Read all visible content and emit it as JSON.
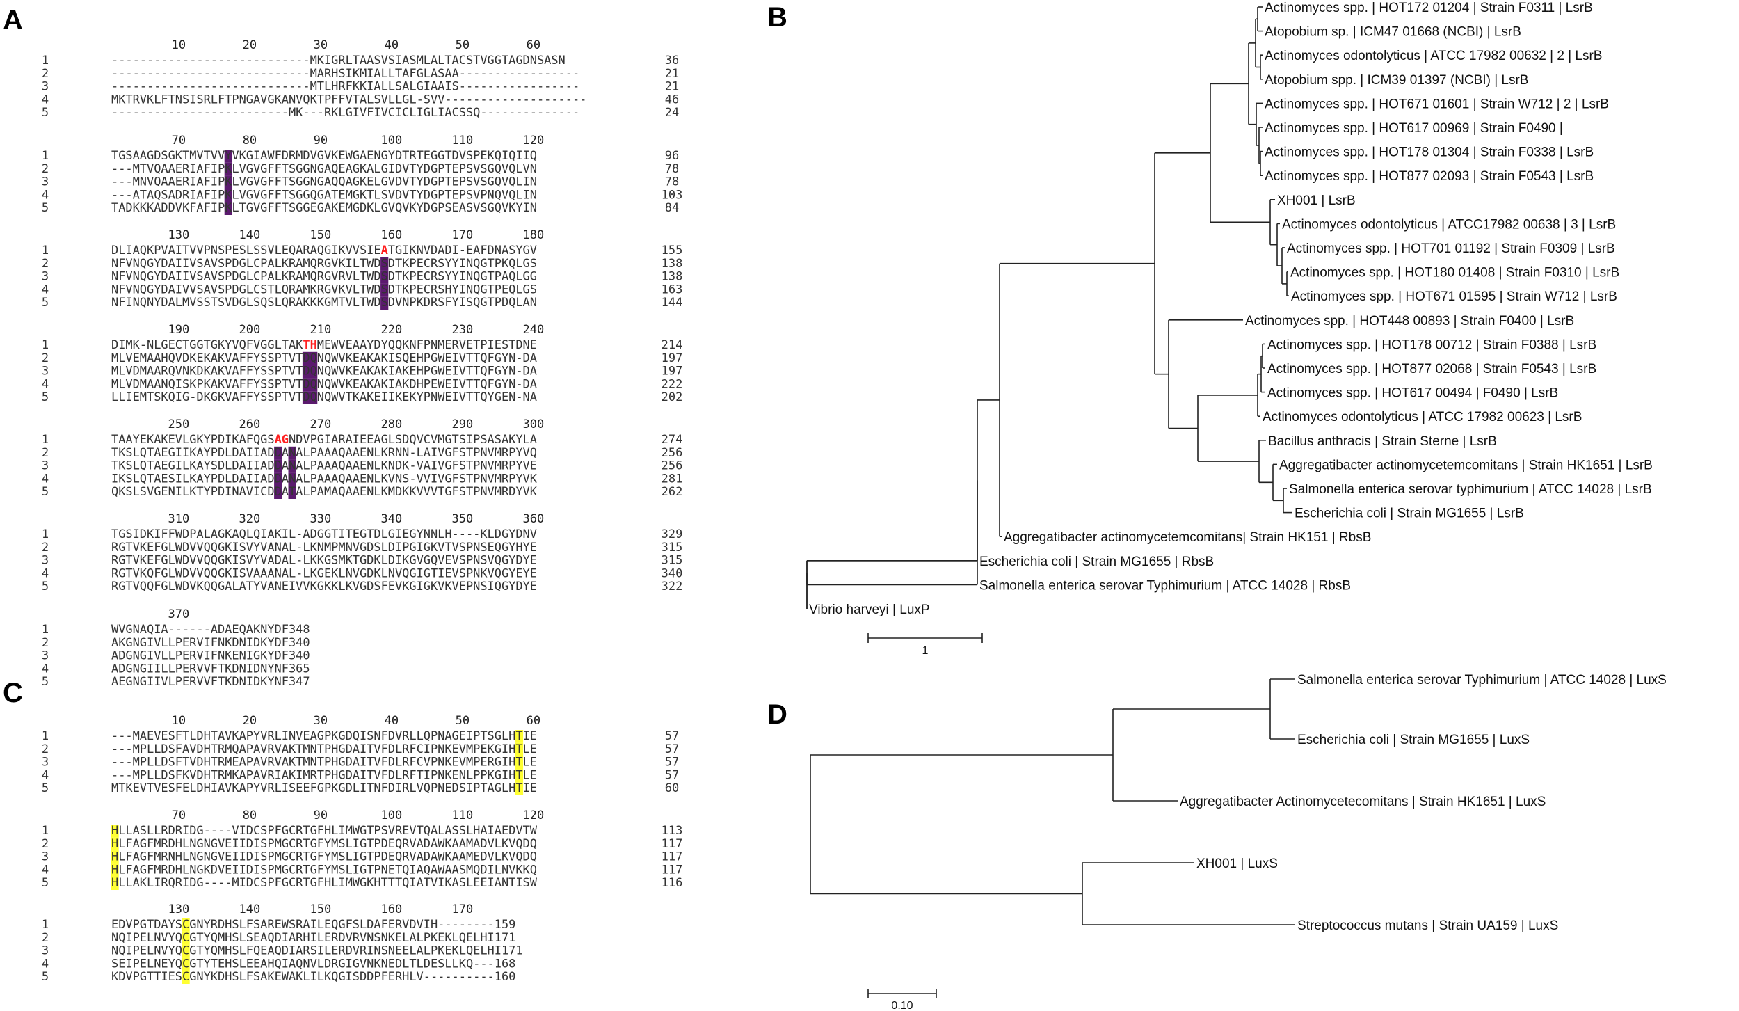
{
  "panels": {
    "A": {
      "label": "A",
      "row_ids": [
        "1",
        "2",
        "3",
        "4",
        "5"
      ],
      "blocks": [
        {
          "ruler": [
            "10",
            "20",
            "30",
            "40",
            "50",
            "60"
          ],
          "ends": [
            "36",
            "21",
            "21",
            "46",
            "24"
          ],
          "rows": [
            "----------------------------MKIGRLTAASVSIASMLALTACSTVGGTAGDNSASN",
            "----------------------------MARHSIKMIALLTAFGLASAA-----------------",
            "----------------------------MTLHRFKKIALLSALGIAAIS-----------------",
            "MKTRVKLFTNSISRLFTPNGAVGKANVQKTPFFVTALSVLLGL-SVV--------------------",
            "-------------------------MK---RKLGIVFIVCICLIGLIACSSQ--------------"
          ]
        },
        {
          "ruler": [
            "70",
            "80",
            "90",
            "100",
            "110",
            "120"
          ],
          "ends": [
            "96",
            "78",
            "78",
            "103",
            "84"
          ],
          "rows": [
            "TGSAAGDSGKTMVTVVYVKGIAWFDRMDVGVKEWGAENGYDTRTEGGTDVSPEKQIQIIQ",
            "---MTVQAAERIAFIPKLVGVGFFTSGGNGAQEAGKALGIDVTYDGPTEPSVSGQVQLVN",
            "---MNVQAAERIAFIPKLVGVGFFTSGGNGAQQAGKELGVDVTYDGPTEPSVSGQVQLIN",
            "---ATAQSADRIAFIPKLVGVGFFTSGGQGATEMGKTLSVDVTYDGPTEPSVPNQVQLIN",
            "TADKKKADDVKFAFIPKLTGVGFFTSGGEGAKEMGDKLGVQVKYDGPSEASVSGQVKYIN"
          ]
        },
        {
          "ruler": [
            "130",
            "140",
            "150",
            "160",
            "170",
            "180"
          ],
          "ends": [
            "155",
            "138",
            "138",
            "163",
            "144"
          ],
          "rows": [
            "DLIAQKPVAITVVPNSPESLSSVLEQARAQGIKVVSIEATGIKNVDADI-EAFDNASYGV",
            "NFVNQGYDAIIVSAVSPDGLCPALKRAMQRGVKILTWDSDTKPECRSYYINQGTPKQLGS",
            "NFVNQGYDAIIVSAVSPDGLCPALKRAMQRGVRVLTWDSDTKPECRSYYINQGTPAQLGG",
            "NFVNQGYDAIVVSAVSPDGLCSTLQRAMKRGVKVLTWDSDTKPECRSHYINQGTPEQLGS",
            "NFINQNYDALMVSSTSVDGLSQSLQRAKKKGMTVLTWDSDVNPKDRSFYISQGTPDQLAN"
          ]
        },
        {
          "ruler": [
            "190",
            "200",
            "210",
            "220",
            "230",
            "240"
          ],
          "ends": [
            "214",
            "197",
            "197",
            "222",
            "202"
          ],
          "rows": [
            "DIMK-NLGECTGGTGKYVQFVGGLTAKTHMEWVEAAYDYQQKNFPNMERVETPIESTDNE",
            "MLVEMAAHQVDKEKAKVAFFYSSPTVTDQNQWVKEAKAKISQEHPGWEIVTTQFGYN-DA",
            "MLVDMAARQVNKDKAKVAFFYSSPTVTDQNQWVKEAKAKIAKEHPGWEIVTTQFGYN-DA",
            "MLVDMAANQISKPKAKVAFFYSSPTVTDQNQWVKEAKAKIAKDHPEWEIVTTQFGYN-DA",
            "LLIEMTSKQIG-DKGKVAFFYSSPTVTDQNQWVTKAKEIIKEKYPNWEIVTTQYGEN-NA"
          ]
        },
        {
          "ruler": [
            "250",
            "260",
            "270",
            "280",
            "290",
            "300"
          ],
          "ends": [
            "274",
            "256",
            "256",
            "281",
            "262"
          ],
          "rows": [
            "TAAYEKAKEVLGKYPDIKAFQGSAGNDVPGIARAIEEAGLSDQVCVMGTSIPSASAKYLA",
            "TKSLQTAEGIIKAYPDLDAIIADDANALPAAAQAAENLKRNN-LAIVGFSTPNVMRPYVQ",
            "TKSLQTAEGILKAYSDLDAIIADDANALPAAAQAAENLKNDK-VAIVGFSTPNVMRPYVE",
            "IKSLQTAESILKAYPDLDAIIADDANALPAAAQAAENLKVNS-VVIVGFSTPNVMRPYVK",
            "QKSLSVGENILKTYPDINAVICDDATALPAMAQAAENLKMDKKVVVTGFSTPNVMRDYVK"
          ]
        },
        {
          "ruler": [
            "310",
            "320",
            "330",
            "340",
            "350",
            "360"
          ],
          "ends": [
            "329",
            "315",
            "315",
            "340",
            "322"
          ],
          "rows": [
            "TGSIDKIFFWDPALAGKAQLQIAKIL-ADGGTITEGTDLGIEGYNNLH----KLDGYDNV",
            "RGTVKEFGLWDVVQQGKISVYVANAL-LKNMPMNVGDSLDIPGIGKVTVSPNSEQGYHYE",
            "RGTVKEFGLWDVVQQGKISVYVADAL-LKKGSMKTGDKLDIKGVGQVEVSPNSVQGYDYE",
            "RGTVKQFGLWDVVQQGKISVAAANAL-LKGEKLNVGDKLNVQGIGTIEVSPNKVQGYEYE",
            "RGTVQQFGLWDVKQQGALATYVANEIVVKGKKLKVGDSFEVKGIGKVKVEPNSIQGYDYE"
          ]
        },
        {
          "ruler": [
            "370"
          ],
          "ends": [
            "",
            "",
            "",
            "",
            ""
          ],
          "rows": [
            "WVGNAQIA------ADAEQAKNYDF348",
            "AKGNGIVLLPERVIFNKDNIDKYDF340",
            "ADGNGIVLLPERVIFNKENIGKYDF340",
            "ADGNGIILLPERVVFTKDNIDNYNF365",
            "AEGNGIIVLPERVVFTKDNIDKYNF347"
          ]
        }
      ]
    },
    "C": {
      "label": "C",
      "row_ids": [
        "1",
        "2",
        "3",
        "4",
        "5"
      ],
      "blocks": [
        {
          "ruler": [
            "10",
            "20",
            "30",
            "40",
            "50",
            "60"
          ],
          "ends": [
            "57",
            "57",
            "57",
            "57",
            "60"
          ],
          "rows": [
            "---MAEVESFTLDHTAVKAPYVRLINVEAGPKGDQISNFDVRLLQPNAGEIPTSGLHTIE",
            "---MPLLDSFAVDHTRMQAPAVRVAKTMNTPHGDAITVFDLRFCIPNKEVMPEKGIHTLE",
            "---MPLLDSFTVDHTRMEAPAVRVAKTMNTPHGDAITVFDLRFCVPNKEVMPERGIHTLE",
            "---MPLLDSFKVDHTRMKAPAVRIAKIMRTPHGDAITVFDLRFTIPNKENLPPKGIHTLE",
            "MTKEVTVESFELDHIAVKAPYVRLISEEFGPKGDLITNFDIRLVQPNEDSIPTAGLHTIE"
          ]
        },
        {
          "ruler": [
            "70",
            "80",
            "90",
            "100",
            "110",
            "120"
          ],
          "ends": [
            "113",
            "117",
            "117",
            "117",
            "116"
          ],
          "rows": [
            "HLLASLLRDRIDG----VIDCSPFGCRTGFHLIMWGTPSVREVTQALASSLHAIAEDVTW",
            "HLFAGFMRDHLNGNGVEIIDISPMGCRTGFYMSLIGTPDEQRVADAWKAAMADVLKVQDQ",
            "HLFAGFMRNHLNGNGVEIIDISPMGCRTGFYMSLIGTPDEQRVADAWKAAMEDVLKVQDQ",
            "HLFAGFMRDHLNGKDVEIIDISPMGCRTGFYMSLIGTPNETQIAQAWAASMQDILNVKKQ",
            "HLLAKLIRQRIDG----MIDCSPFGCRTGFHLIMWGKHTTTQIATVIKASLEEIANTISW"
          ]
        },
        {
          "ruler": [
            "130",
            "140",
            "150",
            "160",
            "170"
          ],
          "ends": [
            "",
            "",
            "",
            "",
            ""
          ],
          "rows": [
            "EDVPGTDAYSCGNYRDHSLFSAREWSRAILEQGFSLDAFERVDVIH--------159",
            "NQIPELNVYQCGTYQMHSLSEAQDIARHILERDVRVNSNKELALPKEKLQELHI171",
            "NQIPELNVYQCGTYQMHSLFQEAQDIARSILERDVRINSNEELALPKEKLQELHI171",
            "SEIPELNEYQCGTYTEHSLEEAHQIAQNVLDRGIGVNKNEDLTLDESLLKQ---168",
            "KDVPGTTIESCGNYKDHSLFSAKEWAKLILKQGISDDPFERHLV----------160"
          ]
        }
      ]
    },
    "B": {
      "label": "B",
      "leaves": [
        "Actinomyces spp. | HOT172 01204 | Strain F0311 | LsrB",
        "Atopobium sp. | ICM47 01668 (NCBI) | LsrB",
        "Actinomyces odontolyticus | ATCC 17982 00632 | 2 | LsrB",
        "Atopobium spp. | ICM39 01397 (NCBI) | LsrB",
        "Actinomyces spp. | HOT671 01601 | Strain W712 | 2 | LsrB",
        "Actinomyces spp. | HOT617 00969 | Strain F0490 |",
        "Actinomyces spp. | HOT178 01304 | Strain F0338 | LsrB",
        "Actinomyces spp. | HOT877 02093 | Strain F0543 | LsrB",
        "XH001 | LsrB",
        "Actinomyces odontolyticus | ATCC17982 00638 | 3 | LsrB",
        "Actinomyces spp. | HOT701 01192 | Strain F0309 | LsrB",
        "Actinomyces spp. | HOT180 01408 | Strain F0310 | LsrB",
        "Actinomyces spp. | HOT671 01595 | Strain W712 | LsrB",
        "Actinomyces spp. | HOT448 00893 | Strain F0400 | LsrB",
        "Actinomyces spp. | HOT178 00712 | Strain F0388 | LsrB",
        "Actinomyces spp. | HOT877 02068 | Strain F0543 | LsrB",
        "Actinomyces spp. | HOT617 00494 | F0490 | LsrB",
        "Actinomyces odontolyticus | ATCC 17982 00623 | LsrB",
        "Bacillus anthracis | Strain Sterne | LsrB",
        "Aggregatibacter actinomycetemcomitans | Strain HK1651 | LsrB",
        "Salmonella enterica serovar typhimurium | ATCC 14028 | LsrB",
        "Escherichia coli | Strain MG1655 | LsrB",
        "Aggregatibacter actinomycetemcomitans| Strain HK151 | RbsB",
        "Escherichia coli | Strain MG1655 | RbsB",
        "Salmonella enterica serovar Typhimurium | ATCC 14028 | RbsB",
        "Vibrio harveyi | LuxP"
      ],
      "scale_label": "1"
    },
    "D": {
      "label": "D",
      "leaves": [
        "Salmonella enterica serovar Typhimurium | ATCC 14028 | LuxS",
        "Escherichia coli | Strain MG1655 | LuxS",
        "Aggregatibacter Actinomycetecomitans | Strain HK1651 | LuxS",
        "XH001 | LuxS",
        "Streptococcus mutans | Strain UA159 | LuxS"
      ],
      "scale_label": "0.10"
    }
  },
  "colors": {
    "purple_highlight": "#5b1a6e",
    "yellow_highlight": "#ffff33",
    "red_residue": "#ff2020",
    "text": "#333333"
  }
}
